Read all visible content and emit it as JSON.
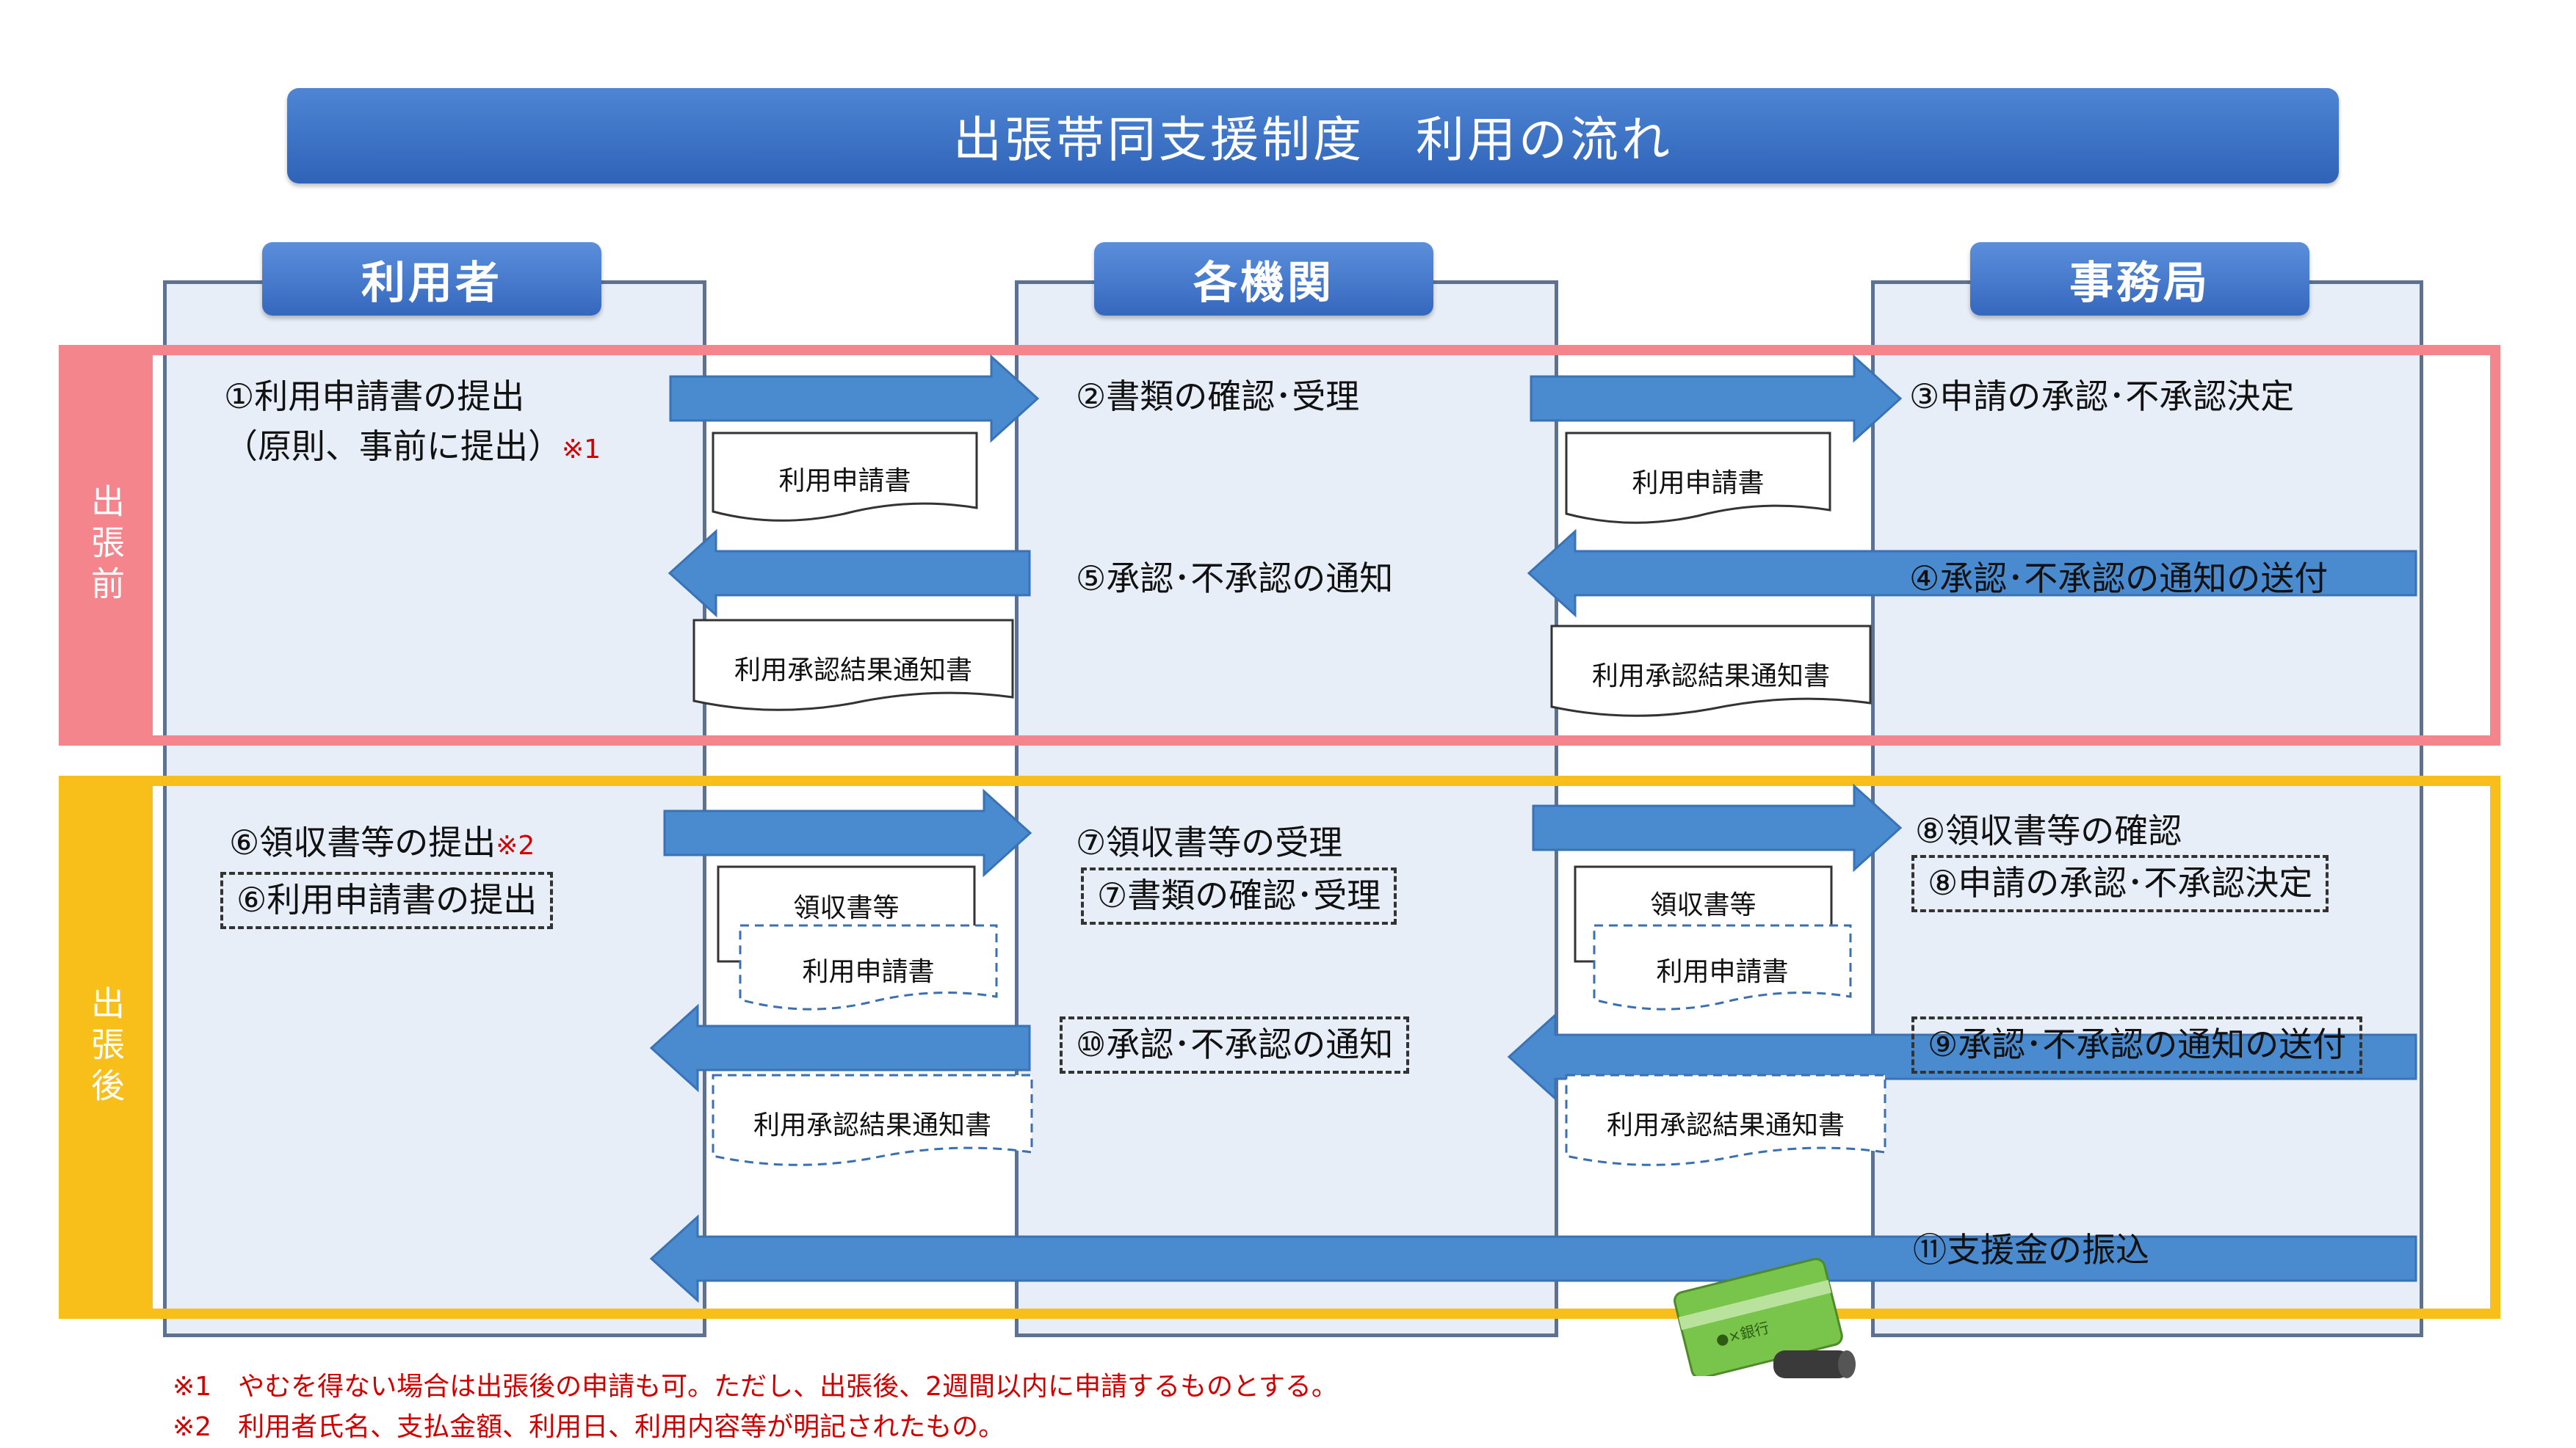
{
  "title": "出張帯同支援制度　利用の流れ",
  "lanes": {
    "user": "利用者",
    "org": "各機関",
    "office": "事務局"
  },
  "phases": {
    "before": "出張前",
    "after": "出張後"
  },
  "colors": {
    "before": "#f4858c",
    "after": "#f8bf1b",
    "arrow": "#4a8bd0",
    "lane_bg": "#e7eef8"
  },
  "steps": {
    "s1": "①利用申請書の提出",
    "s1b": "（原則、事前に提出）",
    "s1_note": "※1",
    "s2": "②書類の確認･受理",
    "s3": "③申請の承認･不承認決定",
    "s4": "④承認･不承認の通知の送付",
    "s5": "⑤承認･不承認の通知",
    "s6": "⑥領収書等の提出",
    "s6_note": "※2",
    "s6b": "⑥利用申請書の提出",
    "s7": "⑦領収書等の受理",
    "s7b": "⑦書類の確認･受理",
    "s8": "⑧領収書等の確認",
    "s8b": "⑧申請の承認･不承認決定",
    "s9": "⑨承認･不承認の通知の送付",
    "s10": "⑩承認･不承認の通知",
    "s11": "⑪支援金の振込"
  },
  "docs": {
    "application": "利用申請書",
    "result": "利用承認結果通知書",
    "receipt": "領収書等"
  },
  "card_text": "●×銀行",
  "notes": {
    "n1": "※1　やむを得ない場合は出張後の申請も可。ただし、出張後、2週間以内に申請するものとする。",
    "n2": "※2　利用者氏名、支払金額、利用日、利用内容等が明記されたもの。"
  }
}
